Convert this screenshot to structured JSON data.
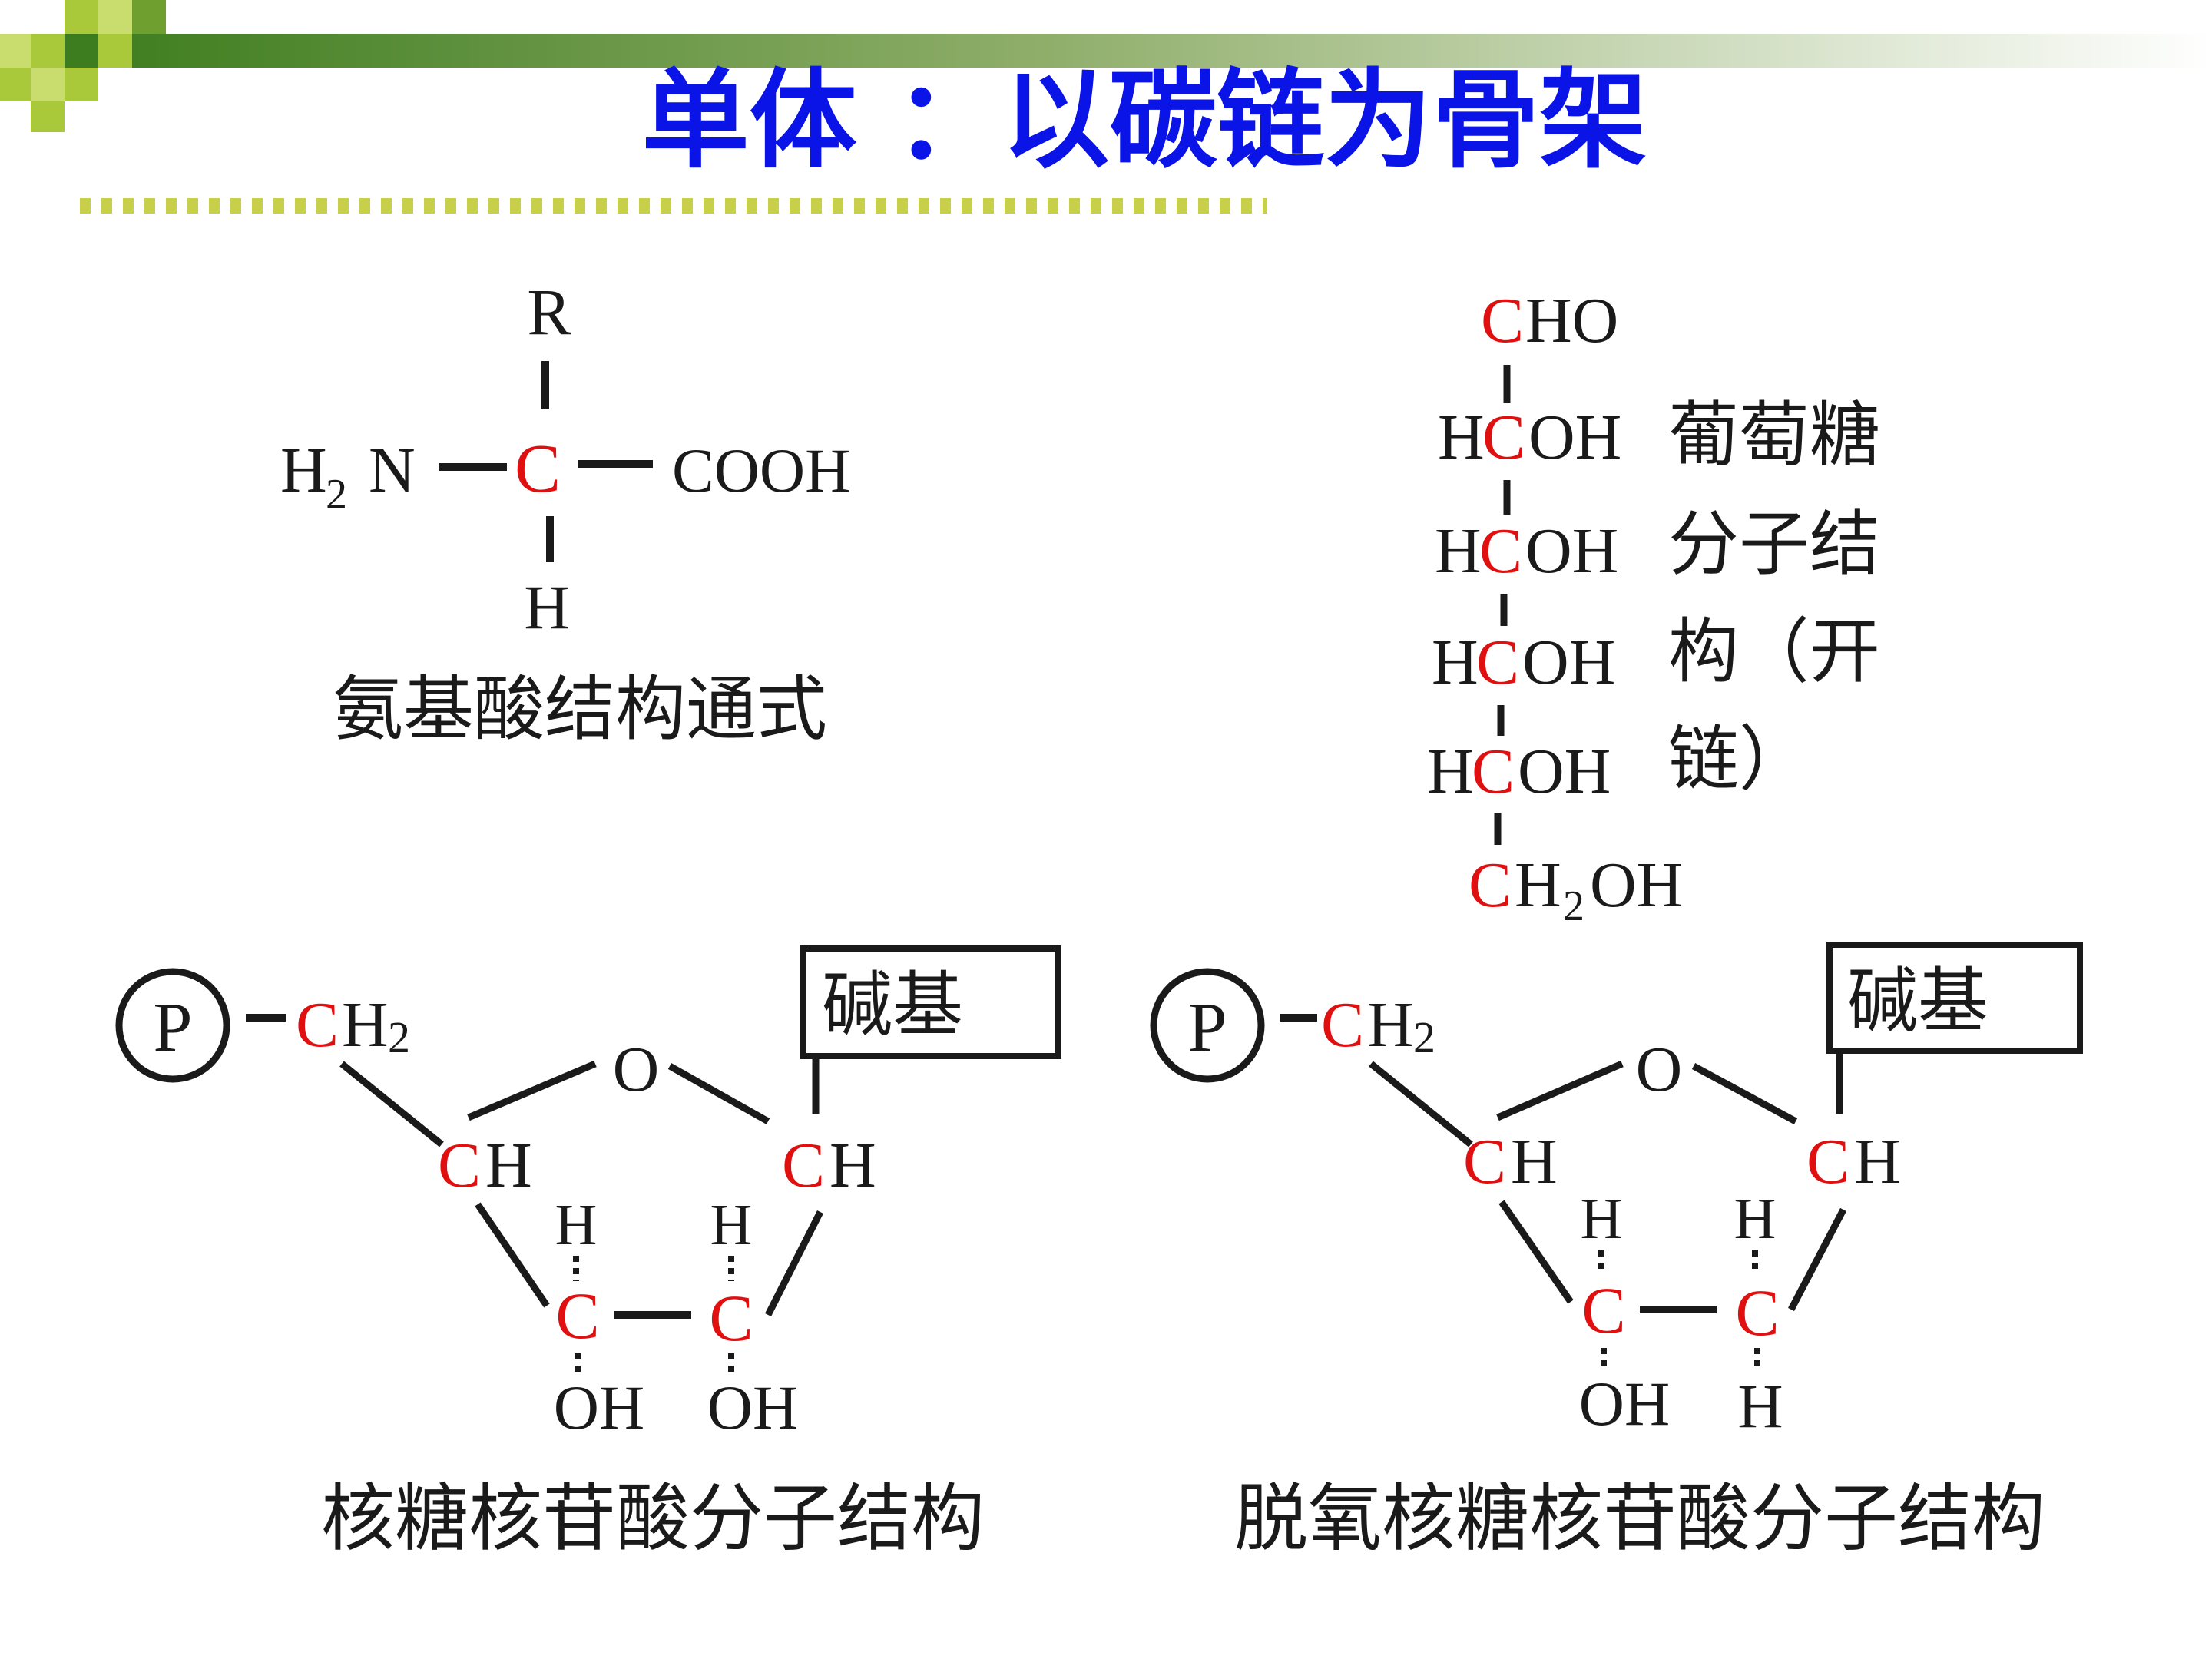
{
  "title": "单体 ：以碳链为骨架",
  "colors": {
    "title": "#0a14e6",
    "carbon": "#e01010",
    "text": "#1a1a1a",
    "dots": "#c8d04a",
    "deco_dark": "#3e7d1f",
    "deco_light": "#a9c93a"
  },
  "amino_acid": {
    "caption": "氨基酸结构通式",
    "R": "R",
    "H": "H",
    "left_group_H": "H",
    "left_group_sub": "2",
    "left_group_N": "N",
    "center_C": "C",
    "right_group": "COOH"
  },
  "glucose": {
    "caption_lines": [
      "葡萄糖",
      "分子结",
      "构（开",
      "链）"
    ],
    "top": {
      "c": "C",
      "rest": "HO"
    },
    "rows": [
      {
        "h": "H",
        "c": "C",
        "oh": "OH"
      },
      {
        "h": "H",
        "c": "C",
        "oh": "OH"
      },
      {
        "h": "H",
        "c": "C",
        "oh": "OH"
      },
      {
        "h": "H",
        "c": "C",
        "oh": "OH"
      }
    ],
    "bottom": {
      "c": "C",
      "h": "H",
      "sub": "2",
      "oh": "OH"
    }
  },
  "ribonucleotide": {
    "caption": "核糖核苷酸分子结构",
    "phosphate": "P",
    "ch2_c": "C",
    "ch2_h": "H",
    "ch2_sub": "2",
    "base": "碱基",
    "ring_o": "O",
    "ch_left_c": "C",
    "ch_left_h": "H",
    "ch_right_c": "C",
    "ch_right_h": "H",
    "h_top_left": "H",
    "h_top_right": "H",
    "c_bottom_left": "C",
    "c_bottom_right": "C",
    "bottom_left": "OH",
    "bottom_right": "OH"
  },
  "deoxyribonucleotide": {
    "caption": "脱氧核糖核苷酸分子结构",
    "phosphate": "P",
    "ch2_c": "C",
    "ch2_h": "H",
    "ch2_sub": "2",
    "base": "碱基",
    "ring_o": "O",
    "ch_left_c": "C",
    "ch_left_h": "H",
    "ch_right_c": "C",
    "ch_right_h": "H",
    "h_top_left": "H",
    "h_top_right": "H",
    "c_bottom_left": "C",
    "c_bottom_right": "C",
    "bottom_left": "OH",
    "bottom_right": "H"
  }
}
